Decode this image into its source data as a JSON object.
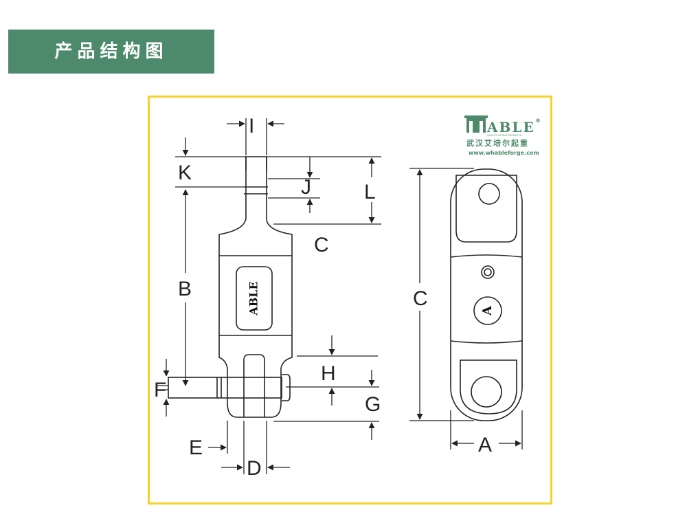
{
  "header": {
    "title": "产品结构图"
  },
  "brand": {
    "name": "ABLE",
    "initial": "W",
    "tagline": "QUALITY LIFTING PRODUCTS",
    "chinese": "武汉艾培尔起重",
    "url": "www.whableforge.com",
    "registered": "®"
  },
  "part": {
    "side_stamp": "ABLE",
    "front_stamp": "A"
  },
  "labels": {
    "I": "I",
    "K": "K",
    "J": "J",
    "L": "L",
    "C_side": "C",
    "B": "B",
    "H": "H",
    "F": "F",
    "G": "G",
    "E": "E",
    "D": "D",
    "C_front": "C",
    "A": "A"
  },
  "colors": {
    "header": "#4d8a6b",
    "frame": "#f5d22a",
    "line": "#222222",
    "brand": "#4d8a6b"
  }
}
